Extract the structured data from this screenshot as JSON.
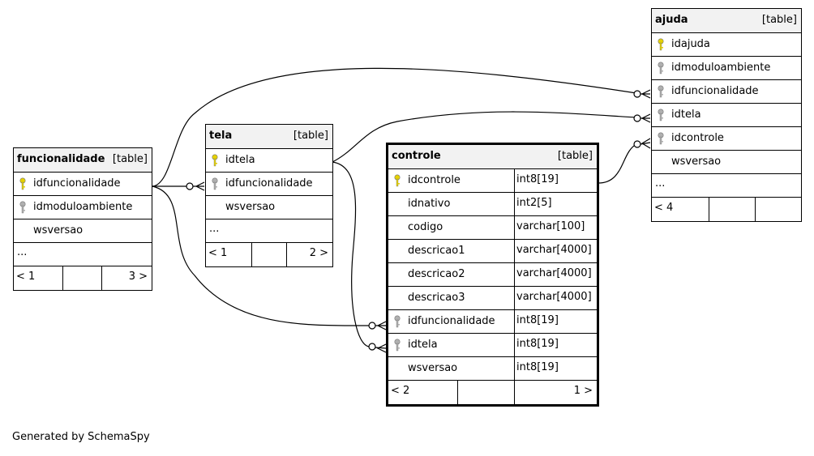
{
  "diagram": {
    "credit": "Generated by SchemaSpy",
    "colors": {
      "primary_key": "#e6d200",
      "foreign_key": "#b0b0b0",
      "header_bg": "#f2f2f2"
    },
    "tables": {
      "funcionalidade": {
        "name": "funcionalidade",
        "kind": "[table]",
        "columns": [
          {
            "name": "idfuncionalidade",
            "key": "primary"
          },
          {
            "name": "idmoduloambiente",
            "key": "foreign"
          },
          {
            "name": "wsversao",
            "key": "none"
          }
        ],
        "more": "...",
        "parents": "< 1",
        "children": "3 >"
      },
      "tela": {
        "name": "tela",
        "kind": "[table]",
        "columns": [
          {
            "name": "idtela",
            "key": "primary"
          },
          {
            "name": "idfuncionalidade",
            "key": "foreign"
          },
          {
            "name": "wsversao",
            "key": "none"
          }
        ],
        "more": "...",
        "parents": "< 1",
        "children": "2 >"
      },
      "controle": {
        "name": "controle",
        "kind": "[table]",
        "columns": [
          {
            "name": "idcontrole",
            "type": "int8[19]",
            "key": "primary"
          },
          {
            "name": "idnativo",
            "type": "int2[5]",
            "key": "none"
          },
          {
            "name": "codigo",
            "type": "varchar[100]",
            "key": "none"
          },
          {
            "name": "descricao1",
            "type": "varchar[4000]",
            "key": "none"
          },
          {
            "name": "descricao2",
            "type": "varchar[4000]",
            "key": "none"
          },
          {
            "name": "descricao3",
            "type": "varchar[4000]",
            "key": "none"
          },
          {
            "name": "idfuncionalidade",
            "type": "int8[19]",
            "key": "foreign"
          },
          {
            "name": "idtela",
            "type": "int8[19]",
            "key": "foreign"
          },
          {
            "name": "wsversao",
            "type": "int8[19]",
            "key": "none"
          }
        ],
        "parents": "< 2",
        "children": "1 >"
      },
      "ajuda": {
        "name": "ajuda",
        "kind": "[table]",
        "columns": [
          {
            "name": "idajuda",
            "key": "primary"
          },
          {
            "name": "idmoduloambiente",
            "key": "foreign"
          },
          {
            "name": "idfuncionalidade",
            "key": "foreign"
          },
          {
            "name": "idtela",
            "key": "foreign"
          },
          {
            "name": "idcontrole",
            "key": "foreign"
          },
          {
            "name": "wsversao",
            "key": "none"
          }
        ],
        "more": "...",
        "parents": "< 4",
        "children": ""
      }
    }
  }
}
